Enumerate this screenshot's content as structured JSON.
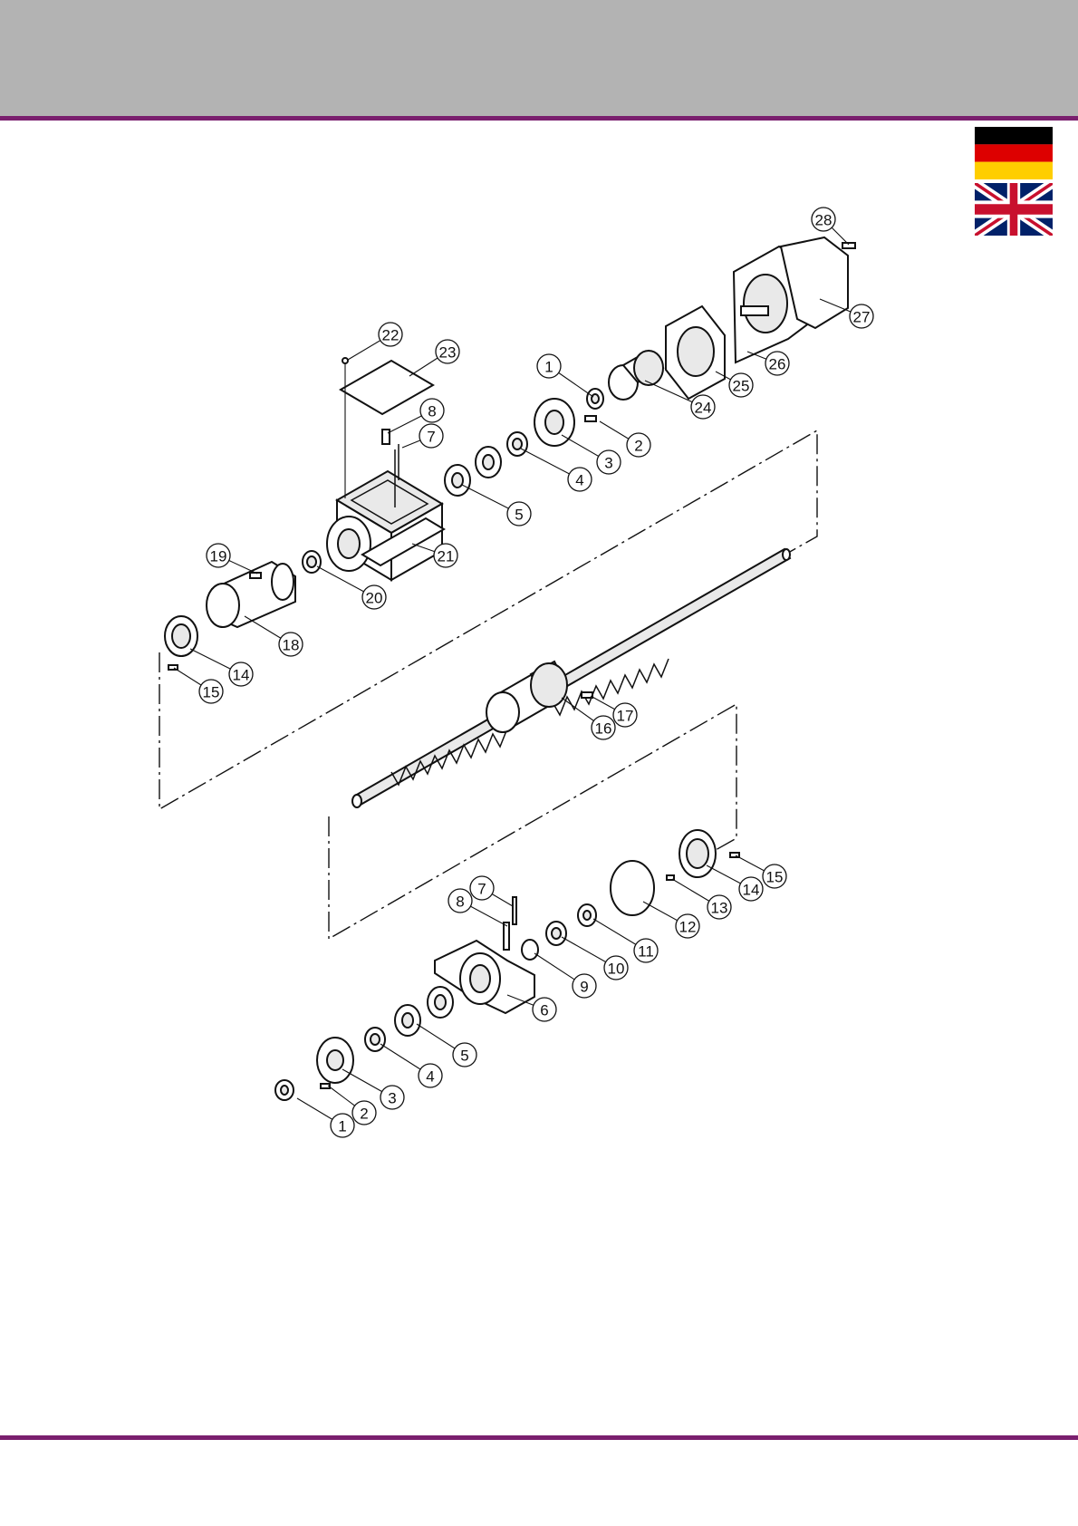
{
  "colors": {
    "header_band": "#b3b3b3",
    "accent_rule": "#7a1f6e",
    "de_black": "#000000",
    "de_red": "#dd0000",
    "de_gold": "#ffce00",
    "uk_blue": "#012169",
    "uk_red": "#c8102e",
    "uk_white": "#ffffff"
  },
  "flags": [
    {
      "name": "germany-flag",
      "icon": "flag-de-icon"
    },
    {
      "name": "uk-flag",
      "icon": "flag-uk-icon"
    }
  ],
  "callouts": {
    "upper_assembly": [
      "1",
      "2",
      "3",
      "4",
      "5",
      "7",
      "8",
      "14",
      "15",
      "16",
      "17",
      "18",
      "19",
      "20",
      "21",
      "22",
      "23",
      "24",
      "25",
      "26",
      "27",
      "28"
    ],
    "lower_assembly": [
      "1",
      "2",
      "3",
      "4",
      "5",
      "6",
      "7",
      "8",
      "9",
      "10",
      "11",
      "12",
      "13",
      "14",
      "15"
    ]
  }
}
